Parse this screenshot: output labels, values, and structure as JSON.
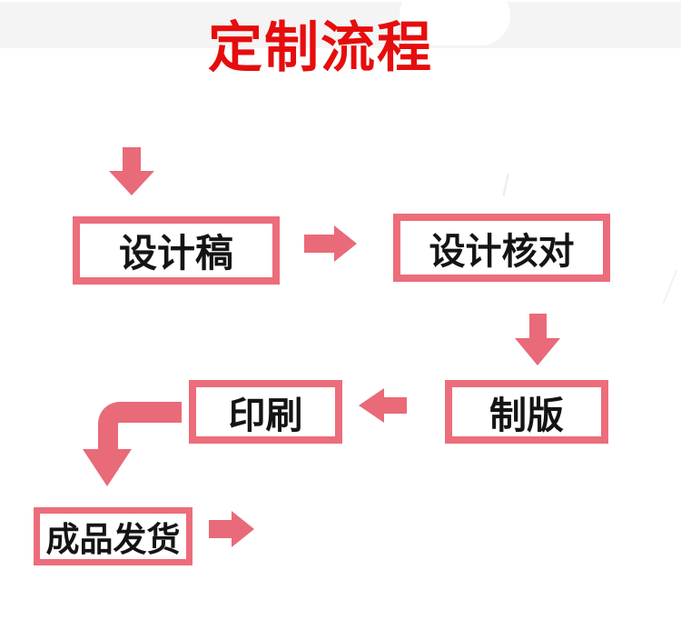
{
  "title": {
    "text": "定制流程"
  },
  "colors": {
    "title_red": "#e60d0d",
    "flow_pink": "#e96a78",
    "box_border": "#ec6d7b",
    "box_text": "#141414",
    "banner_gray": "#f4f4f4"
  },
  "flow": {
    "steps": [
      {
        "key": "design-draft",
        "label": "设计稿"
      },
      {
        "key": "design-check",
        "label": "设计核对"
      },
      {
        "key": "plate-making",
        "label": "制版"
      },
      {
        "key": "printing",
        "label": "印刷"
      },
      {
        "key": "ship-finished",
        "label": "成品发货"
      }
    ],
    "arrows": [
      {
        "name": "arrow-into-design-draft",
        "direction": "down"
      },
      {
        "name": "arrow-design-draft-to-design-check",
        "direction": "right"
      },
      {
        "name": "arrow-design-check-to-plate-making",
        "direction": "down"
      },
      {
        "name": "arrow-plate-making-to-printing",
        "direction": "left"
      },
      {
        "name": "arrow-printing-to-ship-finished",
        "direction": "elbow-down"
      },
      {
        "name": "arrow-out-of-ship-finished",
        "direction": "right"
      }
    ]
  }
}
